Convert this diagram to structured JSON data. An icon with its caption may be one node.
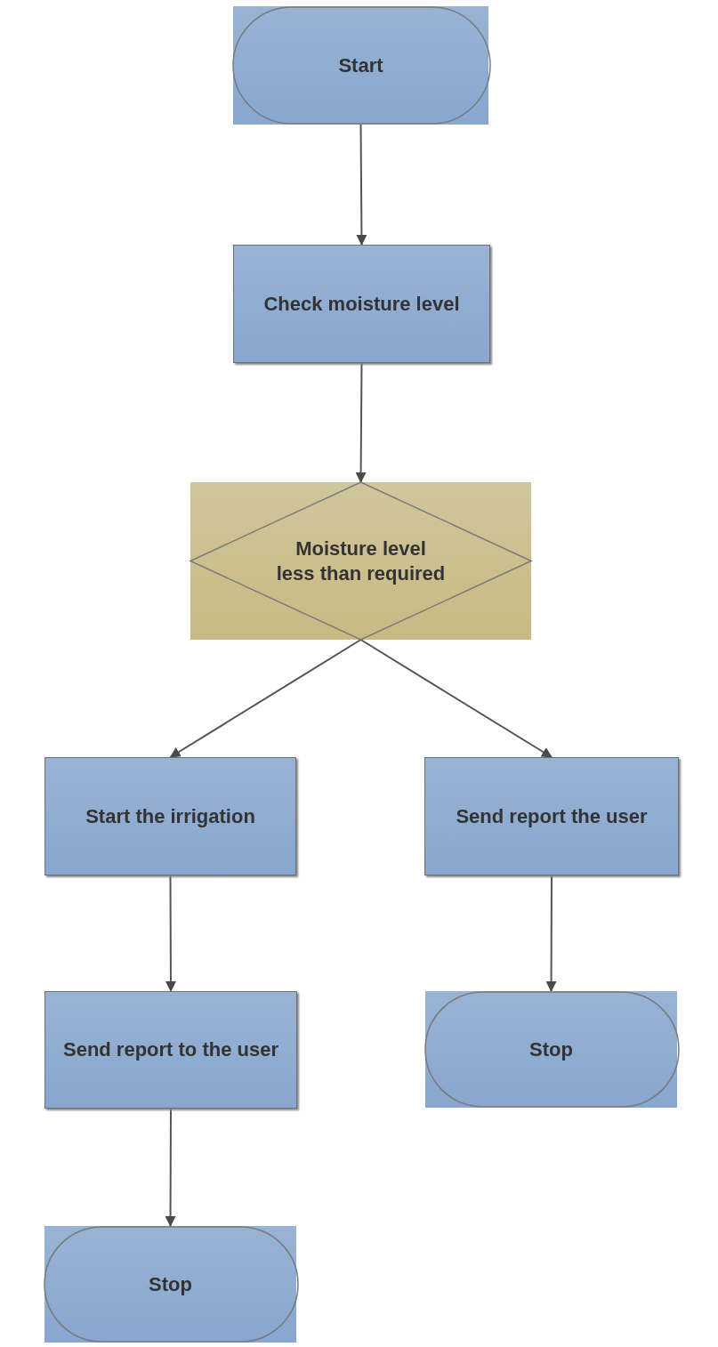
{
  "diagram": {
    "nodes": [
      {
        "text": [
          "Start"
        ]
      },
      {
        "text": [
          "Check moisture level"
        ]
      },
      {
        "text": [
          "Moisture level less than required"
        ]
      },
      {
        "text": [
          "Start the irrigation"
        ]
      },
      {
        "text": [
          "Send report the user"
        ]
      },
      {
        "text": [
          "Send report to the user"
        ]
      },
      {
        "text": [
          "Stop"
        ]
      },
      {
        "text": [
          "Stop"
        ]
      }
    ],
    "edges": [
      {
        "from": 0,
        "to": 1,
        "arrow": "to"
      },
      {
        "from": 1,
        "to": 2,
        "arrow": "to"
      },
      {
        "from": 2,
        "to": 3,
        "arrow": "to"
      },
      {
        "from": 2,
        "to": 4,
        "arrow": "to"
      },
      {
        "from": 3,
        "to": 5,
        "arrow": "to"
      },
      {
        "from": 4,
        "to": 6,
        "arrow": "to"
      },
      {
        "from": 5,
        "to": 7,
        "arrow": "to"
      }
    ]
  }
}
